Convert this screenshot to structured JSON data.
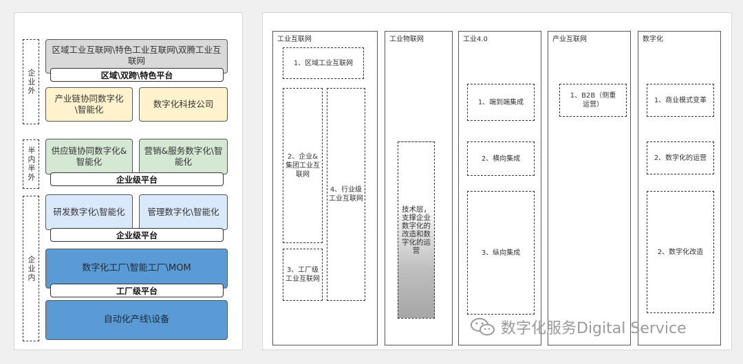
{
  "left": {
    "side_labels": [
      "企业外",
      "半内半外",
      "企业内"
    ],
    "regional_block": "区域工业互联网\\特色工业互联网\\双腾工业互联网",
    "regional_platform": "区域\\双跨\\特色平台",
    "chain_block": "产业链协同数字化\\智能化",
    "tech_company_block": "数字化科技公司",
    "supply_block": "供应链协同数字化&智能化",
    "marketing_block": "营销&服务数字化\\智能化",
    "enterprise_platform_1": "企业级平台",
    "rnd_block": "研发数字化\\智能化",
    "mgmt_block": "管理数字化\\智能化",
    "enterprise_platform_2": "企业级平台",
    "factory_block": "数字化工厂\\智能工厂\\MOM",
    "factory_platform": "工厂级平台",
    "automation_block": "自动化产线\\设备"
  },
  "right": {
    "columns": [
      {
        "title": "工业互联网",
        "items": [
          "1、区域工业互联网",
          "2、企业&集团工业互联网",
          "3、工厂级工业互联网",
          "4、行业级工业互联网"
        ]
      },
      {
        "title": "工业物联网",
        "items": [
          "技术层，支撑企业数字化的改造和数字化的运营"
        ]
      },
      {
        "title": "工业4.0",
        "items": [
          "1、端到端集成",
          "2、横向集成",
          "3、纵向集成"
        ]
      },
      {
        "title": "产业互联网",
        "items": [
          "1、B2B（侧重运营）"
        ]
      },
      {
        "title": "数字化",
        "items": [
          "1、商业模式变革",
          "2、数字化的运营",
          "2、数字化改造"
        ]
      }
    ]
  },
  "watermark": "数字化服务Digital Service",
  "colors": {
    "gray": "#d9d9d9",
    "yellow": "#fff2cc",
    "green": "#d5e8d4",
    "light_blue": "#dae8fc",
    "blue": "#5b9bd5"
  }
}
